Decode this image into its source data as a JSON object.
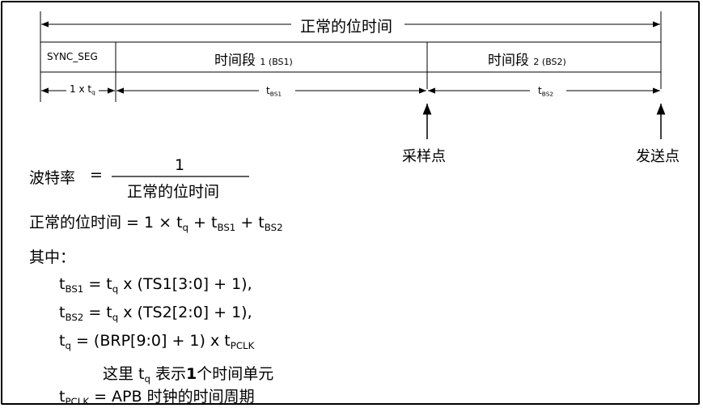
{
  "diagram": {
    "total_label": "正常的位时间",
    "segments": {
      "sync": "SYNC_SEG",
      "bs1_main": "时间段",
      "bs1_tag": "1 (BS1)",
      "bs2_main": "时间段",
      "bs2_tag": "2 (BS2)"
    },
    "durations": {
      "tq_prefix": "1 x t",
      "tq_sub": "q",
      "bs1_t": "t",
      "bs1_sub": "BS1",
      "bs2_t": "t",
      "bs2_sub": "BS2"
    },
    "markers": {
      "sample_point": "采样点",
      "transmit_point": "发送点"
    }
  },
  "formulas": {
    "baud_label": "波特率",
    "equals": "=",
    "numerator": "1",
    "denominator": "正常的位时间",
    "bit_time": {
      "lhs": "正常的位时间 = 1 × t",
      "q": "q",
      "plus1": " + t",
      "bs1": "BS1",
      "plus2": " + t",
      "bs2": "BS2"
    },
    "where": "其中：",
    "tbs1": {
      "t": "t",
      "sub": "BS1",
      "eq": " = t",
      "q": "q",
      "rest": " x (TS1[3:0] + 1),"
    },
    "tbs2": {
      "t": "t",
      "sub": "BS2",
      "eq": " = t",
      "q": "q",
      "rest": " x (TS2[2:0] + 1),"
    },
    "tq": {
      "t": "t",
      "sub": "q",
      "rest": " = (BRP[9:0] + 1) x t",
      "pclk": "PCLK"
    },
    "note": {
      "pre": "这里 t",
      "q": "q",
      "mid": " 表示",
      "bold": "1",
      "post": "个时间单元"
    },
    "tpclk": {
      "t": "t",
      "sub": "PCLK",
      "rest": " = APB 时钟的时间周期"
    }
  }
}
